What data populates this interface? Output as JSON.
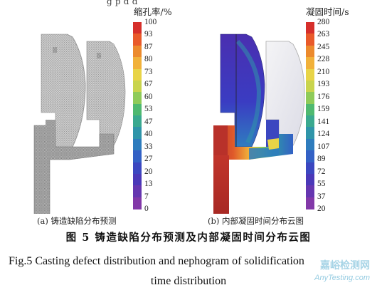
{
  "top_cut_text": "g        p                          d        d",
  "panel_a": {
    "bar_title": "缩孔率/%",
    "ticks": [
      "100",
      "93",
      "87",
      "80",
      "73",
      "67",
      "60",
      "53",
      "47",
      "40",
      "33",
      "27",
      "20",
      "13",
      "7",
      "0"
    ],
    "colors": [
      "#d62f2b",
      "#e95a2a",
      "#ec8a2d",
      "#f1b13a",
      "#e8d447",
      "#c9d44d",
      "#8fcb59",
      "#4fb970",
      "#3aa98f",
      "#2f95a9",
      "#2e7cbd",
      "#3361c5",
      "#3b47c0",
      "#4a38b8",
      "#6536b0",
      "#8238a8"
    ],
    "caption": "(a) 铸造缺陷分布预测"
  },
  "panel_b": {
    "bar_title": "凝固时间/s",
    "ticks": [
      "280",
      "263",
      "245",
      "228",
      "210",
      "193",
      "176",
      "159",
      "141",
      "124",
      "107",
      "89",
      "72",
      "55",
      "37",
      "20"
    ],
    "colors": [
      "#d62f2b",
      "#e95a2a",
      "#ec8a2d",
      "#f1b13a",
      "#e8d447",
      "#c9d44d",
      "#8fcb59",
      "#4fb970",
      "#3aa98f",
      "#2f95a9",
      "#2e7cbd",
      "#3361c5",
      "#3b47c0",
      "#4a38b8",
      "#6536b0",
      "#8238a8"
    ],
    "caption": "(b) 内部凝固时间分布云图"
  },
  "caption_cn": "图 5    铸造缺陷分布预测及内部凝固时间分布云图",
  "caption_en_line1": "Fig.5    Casting defect distribution and nephogram of solidification",
  "caption_en_line2": "time distribution",
  "watermark": "嘉峪检测网",
  "watermark_url": "AnyTesting.com",
  "icons": {
    "mesh_render": "casting-mesh-icon",
    "cloud_render": "casting-cloud-icon"
  }
}
